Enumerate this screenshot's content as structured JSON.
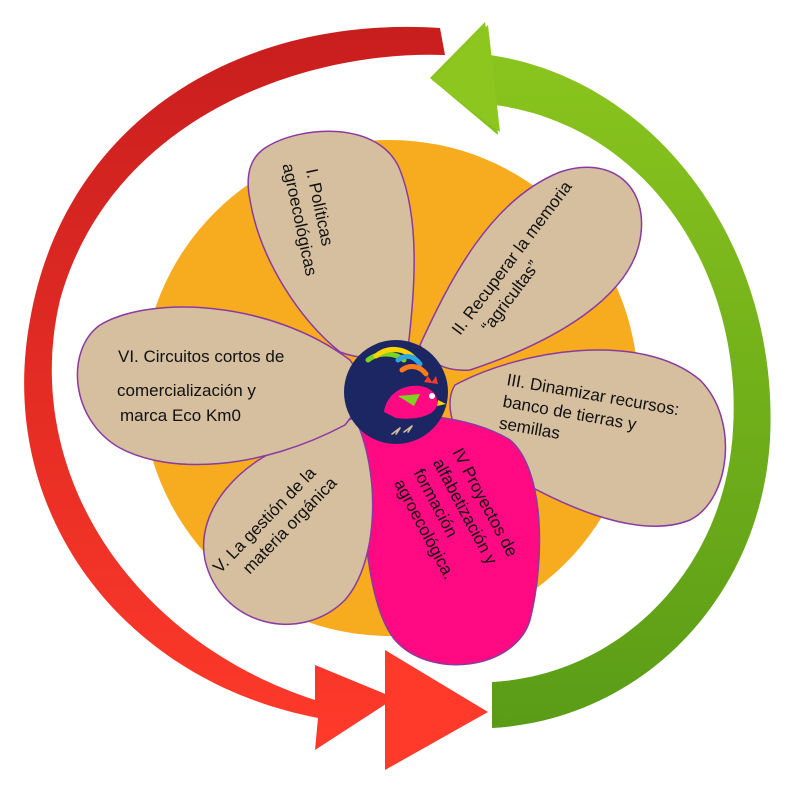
{
  "colors": {
    "background": "#ffffff",
    "sun": "#f7ac1f",
    "petal": "#d5bf9f",
    "petal_stroke": "#8a3aa0",
    "petal_highlight": "#ff0a82",
    "center": "#1b2663",
    "arrow_red_dark": "#c81e1e",
    "arrow_red_light": "#ff3a2a",
    "arrow_green_light": "#8cc61e",
    "arrow_green_dark": "#5a9c17",
    "text": "#111111"
  },
  "center": {
    "logo": "rooster-logo-icon"
  },
  "petals": [
    {
      "id": "petal-1",
      "lines": [
        "I. Políticas",
        "agroecológicas"
      ],
      "highlight": false
    },
    {
      "id": "petal-2",
      "lines": [
        "II. Recuperar la memoria",
        "“agricultas”"
      ],
      "highlight": false
    },
    {
      "id": "petal-3",
      "lines": [
        "III. Dinamizar recursos:",
        "banco de tierras y",
        "semillas"
      ],
      "highlight": false
    },
    {
      "id": "petal-4",
      "lines": [
        "IV Proyectos de",
        "alfabetización y",
        "formación",
        "agroecológica."
      ],
      "highlight": true
    },
    {
      "id": "petal-5",
      "lines": [
        "V. La gestión de la",
        "materia orgánica"
      ],
      "highlight": false
    },
    {
      "id": "petal-6",
      "lines": [
        "VI. Circuitos cortos de",
        "comercialización y",
        "marca Eco Km0"
      ],
      "highlight": false
    }
  ],
  "cycle_arrows": [
    {
      "id": "arrow-red",
      "icon": "circular-arrow-icon"
    },
    {
      "id": "arrow-green",
      "icon": "circular-arrow-icon"
    }
  ]
}
